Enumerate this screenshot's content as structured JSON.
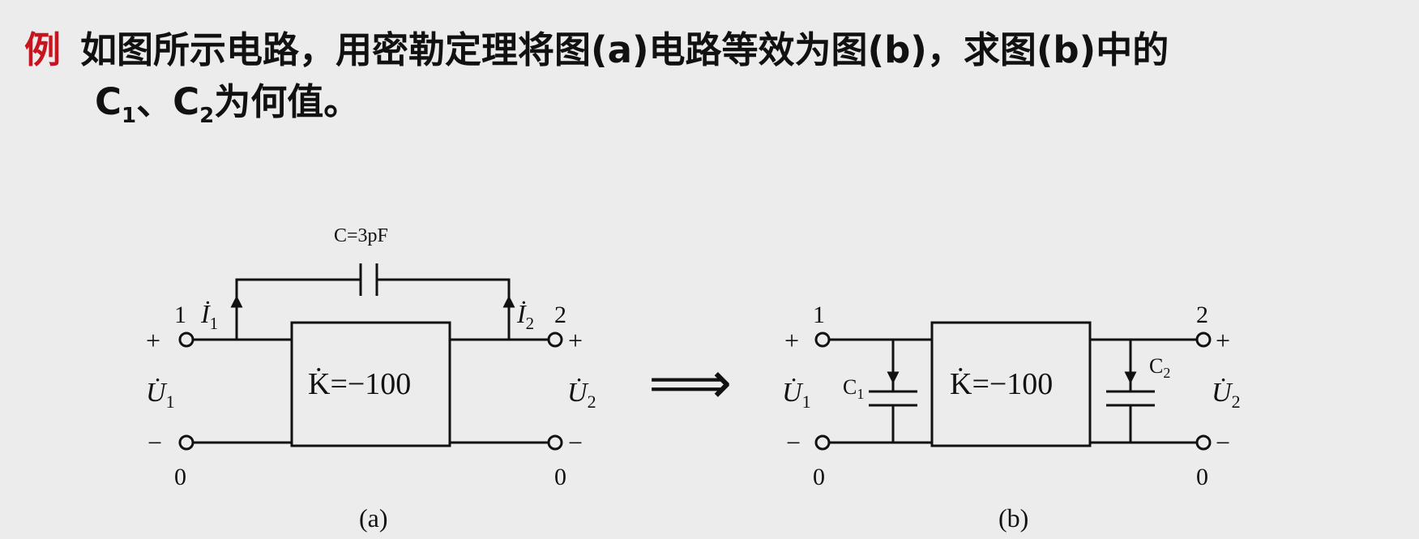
{
  "problem": {
    "tag": "例",
    "line1": "如图所示电路，用密勒定理将图(a)电路等效为图(b)，求图(b)中的",
    "c1_letter": "C",
    "c1_sub": "1",
    "sep": "、",
    "c2_letter": "C",
    "c2_sub": "2",
    "tail": "为何值。"
  },
  "circuit_a": {
    "capacitor_label": "C=3pF",
    "gain_label": "K̇=−100",
    "port1_top": "1",
    "port1_bottom": "0",
    "port2_top": "2",
    "port2_bottom": "0",
    "u1": "U̇",
    "u1_sub": "1",
    "u2": "U̇",
    "u2_sub": "2",
    "i1": "İ",
    "i1_sub": "1",
    "i2": "İ",
    "i2_sub": "2",
    "plus": "+",
    "minus": "−",
    "caption": "(a)"
  },
  "arrow": "⟹",
  "circuit_b": {
    "gain_label": "K̇=−100",
    "c1_label": "C",
    "c1_sub": "1",
    "c2_label": "C",
    "c2_sub": "2",
    "port1_top": "1",
    "port1_bottom": "0",
    "port2_top": "2",
    "port2_bottom": "0",
    "u1": "U̇",
    "u1_sub": "1",
    "u2": "U̇",
    "u2_sub": "2",
    "plus": "+",
    "minus": "−",
    "caption": "(b)"
  }
}
